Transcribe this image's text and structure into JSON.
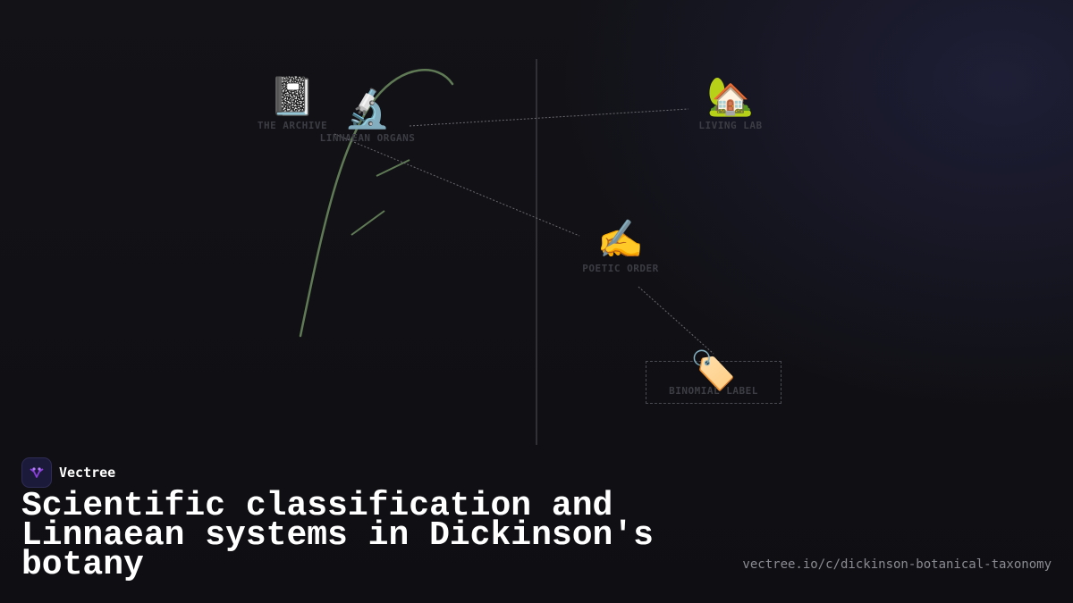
{
  "diagram": {
    "nodes": [
      {
        "id": "archive",
        "emoji": "📓",
        "label": "THE ARCHIVE"
      },
      {
        "id": "linnaean",
        "emoji": "🔬",
        "label": "LINNAEAN ORGANS"
      },
      {
        "id": "living",
        "emoji": "🏡",
        "label": "LIVING LAB"
      },
      {
        "id": "poetic",
        "emoji": "✍️",
        "label": "POETIC ORDER"
      },
      {
        "id": "binomial",
        "emoji": "🏷️",
        "label": "BINOMIAL LABEL"
      }
    ]
  },
  "brand": {
    "name": "Vectree"
  },
  "title": "Scientific classification and Linnaean systems in Dickinson's botany",
  "url": "vectree.io/c/dickinson-botanical-taxonomy",
  "colors": {
    "background": "#111116",
    "stem": "#5f7a55",
    "divider": "#3a3a40",
    "connector": "#6a6a70",
    "label": "#3c3c44",
    "brand_accent": "#8b3fd9"
  }
}
